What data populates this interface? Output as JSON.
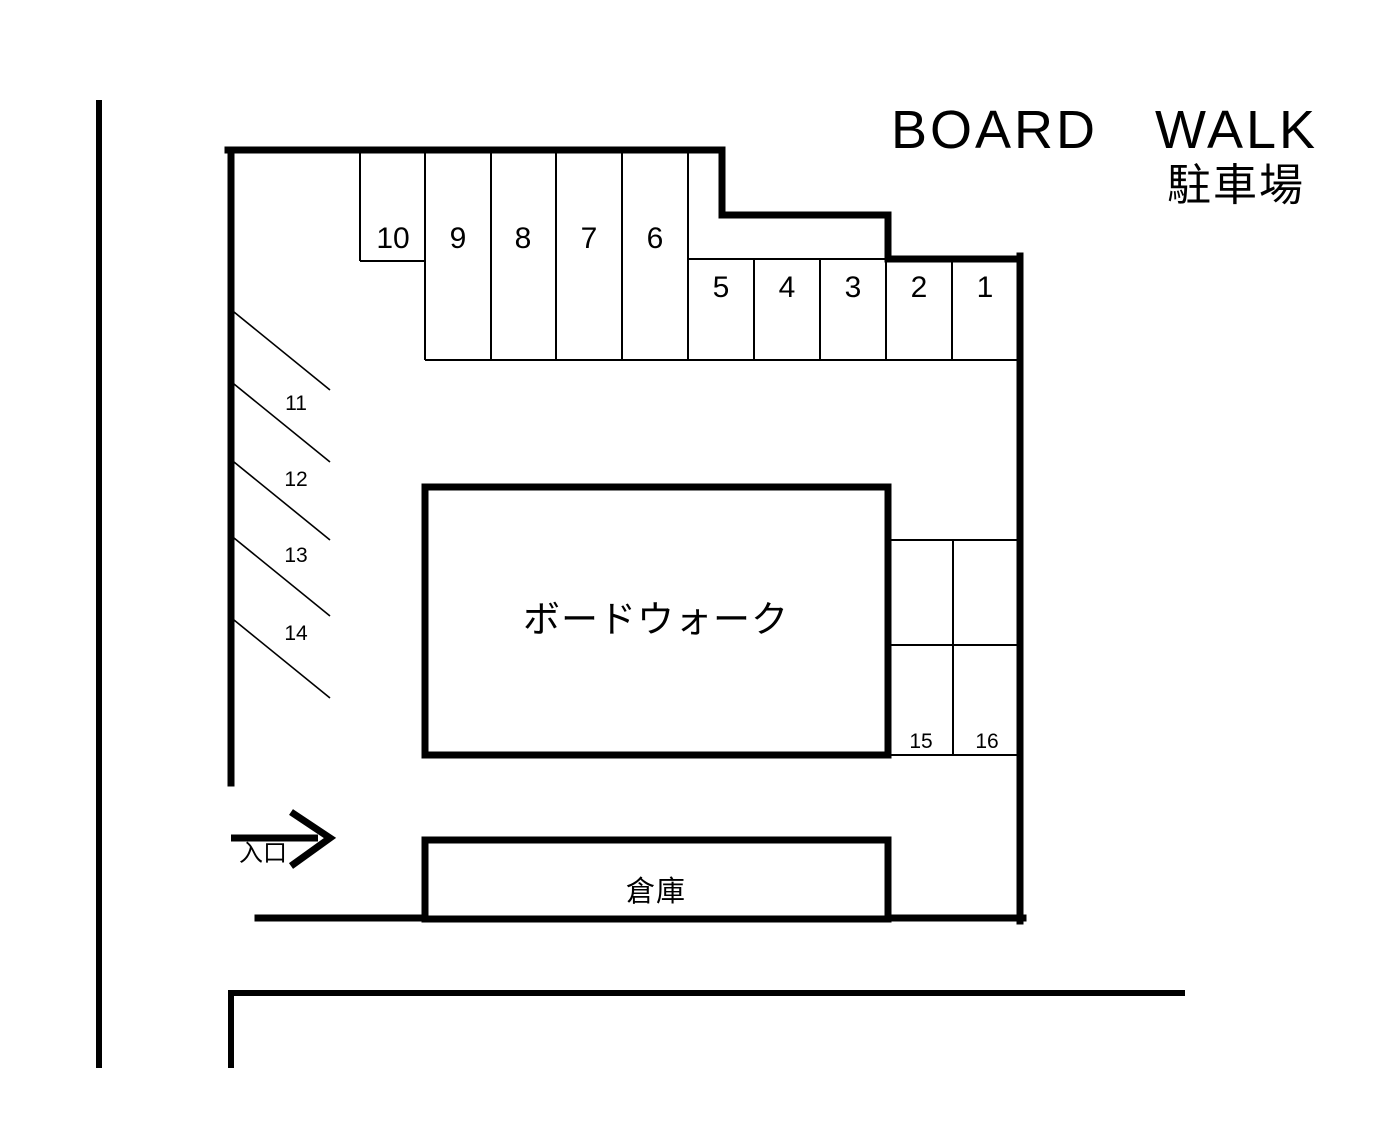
{
  "header": {
    "title": "BOARD　WALK",
    "subtitle": "駐車場"
  },
  "building": {
    "label": "ボードウォーク"
  },
  "storehouse": {
    "label": "倉庫"
  },
  "entrance": {
    "label": "入口",
    "arrow_icon": "arrow-right-icon"
  },
  "stalls": {
    "top_row": [
      {
        "id": "10",
        "label": "10"
      },
      {
        "id": "9",
        "label": "9"
      },
      {
        "id": "8",
        "label": "8"
      },
      {
        "id": "7",
        "label": "7"
      },
      {
        "id": "6",
        "label": "6"
      }
    ],
    "second_row": [
      {
        "id": "5",
        "label": "5"
      },
      {
        "id": "4",
        "label": "4"
      },
      {
        "id": "3",
        "label": "3"
      },
      {
        "id": "2",
        "label": "2"
      },
      {
        "id": "1",
        "label": "1"
      }
    ],
    "diagonal_row": [
      {
        "id": "11",
        "label": "11"
      },
      {
        "id": "12",
        "label": "12"
      },
      {
        "id": "13",
        "label": "13"
      },
      {
        "id": "14",
        "label": "14"
      }
    ],
    "right_row": [
      {
        "id": "15",
        "label": "15"
      },
      {
        "id": "16",
        "label": "16"
      }
    ]
  },
  "colors": {
    "ink": "#000000",
    "paper": "#ffffff"
  }
}
